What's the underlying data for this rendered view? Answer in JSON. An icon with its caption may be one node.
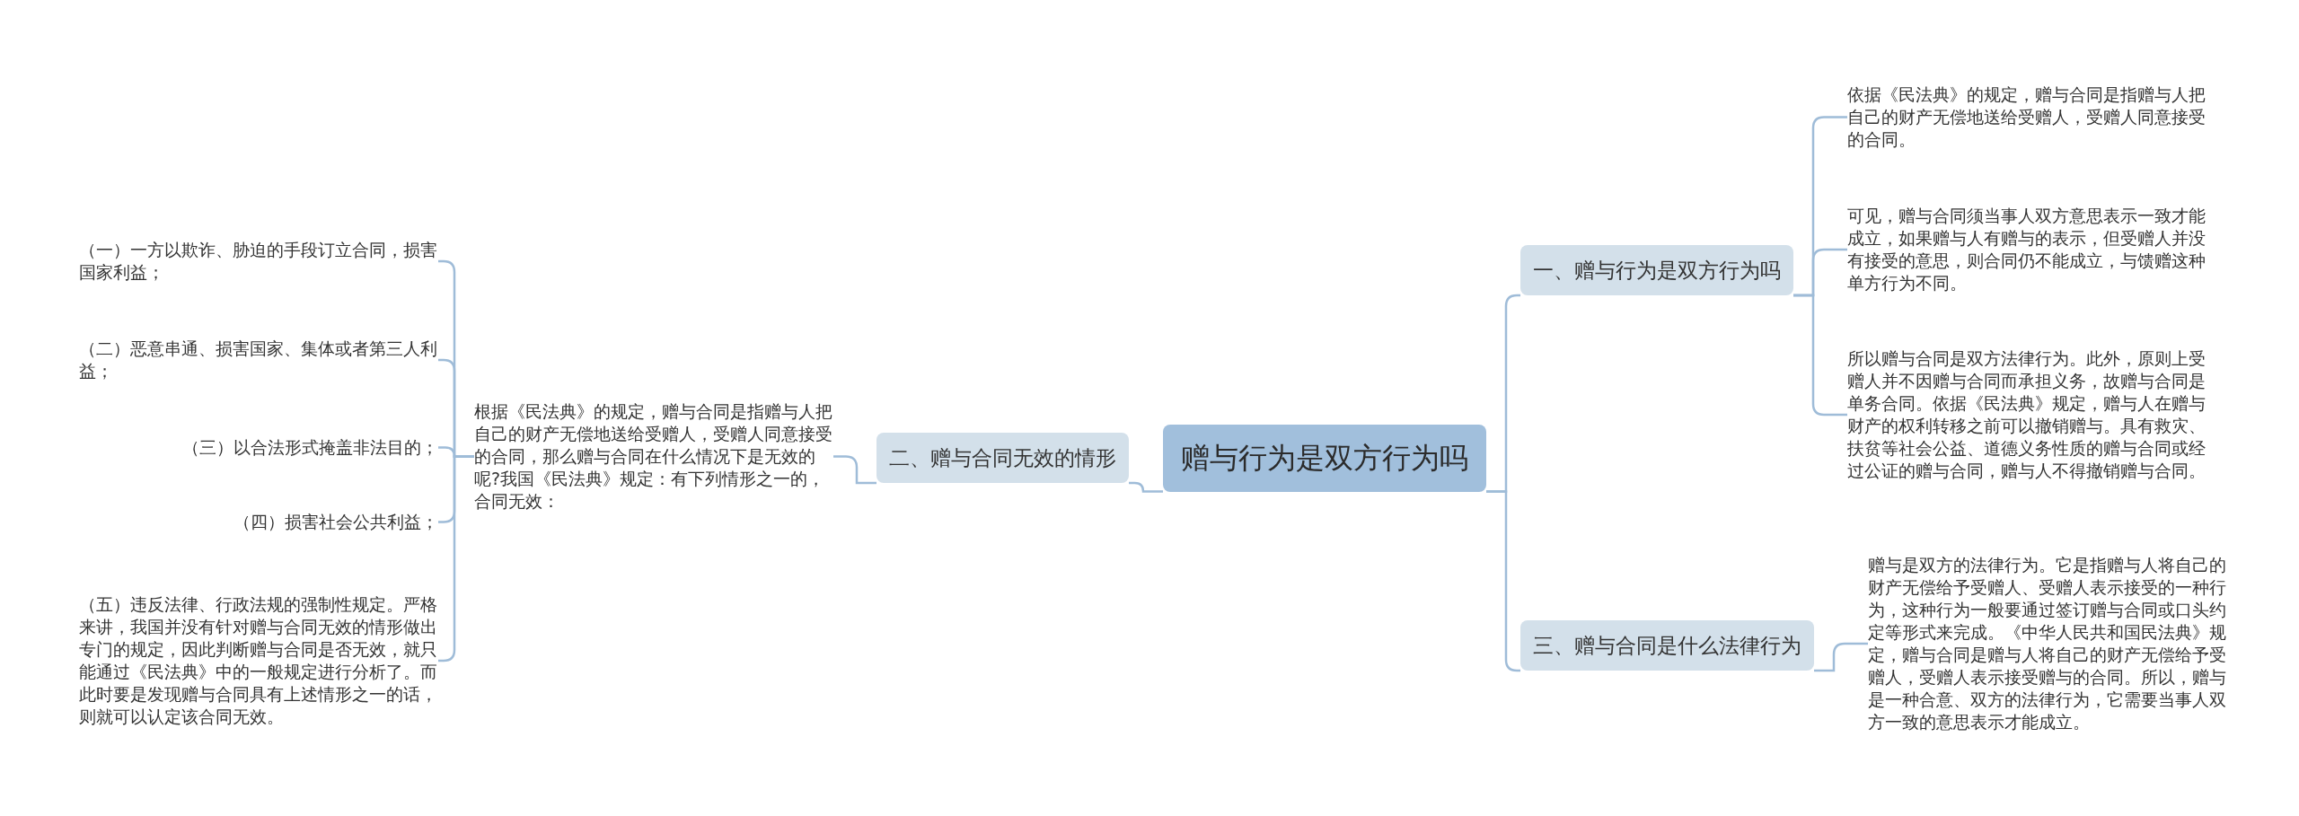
{
  "diagram": {
    "nodes": [
      {
        "text": [
          "赠与行为是双方行为吗"
        ]
      },
      {
        "text": [
          "一、赠与行为是双方行为吗"
        ]
      },
      {
        "text": [
          "依据《民法典》的规定，赠与合同是指赠与人把自己的财产无偿地送给受赠人，受赠人同意接受的合同。"
        ]
      },
      {
        "text": [
          "可见，赠与合同须当事人双方意思表示一致才能成立，如果赠与人有赠与的表示，但受赠人并没有接受的意思，则合同仍不能成立，与馈赠这种单方行为不同。"
        ]
      },
      {
        "text": [
          "所以赠与合同是双方法律行为。此外，原则上受赠人并不因赠与合同而承担义务，故赠与合同是单务合同。依据《民法典》规定，赠与人在赠与财产的权利转移之前可以撤销赠与。具有救灾、扶贫等社会公益、道德义务性质的赠与合同或经过公证的赠与合同，赠与人不得撤销赠与合同。"
        ]
      },
      {
        "text": [
          "二、赠与合同无效的情形"
        ]
      },
      {
        "text": [
          "根据《民法典》的规定，赠与合同是指赠与人把自己的财产无偿地送给受赠人，受赠人同意接受的合同，那么赠与合同在什么情况下是无效的呢?我国《民法典》规定：有下列情形之一的，合同无效："
        ]
      },
      {
        "text": [
          "（一）一方以欺诈、胁迫的手段订立合同，损害国家利益；"
        ]
      },
      {
        "text": [
          "（二）恶意串通、损害国家、集体或者第三人利益；"
        ]
      },
      {
        "text": [
          "（三）以合法形式掩盖非法目的；"
        ]
      },
      {
        "text": [
          "（四）损害社会公共利益；"
        ]
      },
      {
        "text": [
          "（五）违反法律、行政法规的强制性规定。严格来讲，我国并没有针对赠与合同无效的情形做出专门的规定，因此判断赠与合同是否无效，就只能通过《民法典》中的一般规定进行分析了。而此时要是发现赠与合同具有上述情形之一的话，则就可以认定该合同无效。"
        ]
      },
      {
        "text": [
          "三、赠与合同是什么法律行为"
        ]
      },
      {
        "text": [
          "赠与是双方的法律行为。它是指赠与人将自己的财产无偿给予受赠人、受赠人表示接受的一种行为，这种行为一般要通过签订赠与合同或口头约定等形式来完成。《中华人民共和国民法典》规定，赠与合同是赠与人将自己的财产无偿给予受赠人，受赠人表示接受赠与的合同。所以，赠与是一种合意、双方的法律行为，它需要当事人双方一致的意思表示才能成立。"
        ]
      }
    ],
    "edges": [
      {
        "from": 0,
        "to": 1,
        "arrow": "none"
      },
      {
        "from": 1,
        "to": 2,
        "arrow": "none"
      },
      {
        "from": 1,
        "to": 3,
        "arrow": "none"
      },
      {
        "from": 1,
        "to": 4,
        "arrow": "none"
      },
      {
        "from": 0,
        "to": 5,
        "arrow": "none"
      },
      {
        "from": 5,
        "to": 6,
        "arrow": "none"
      },
      {
        "from": 6,
        "to": 7,
        "arrow": "none"
      },
      {
        "from": 6,
        "to": 8,
        "arrow": "none"
      },
      {
        "from": 6,
        "to": 9,
        "arrow": "none"
      },
      {
        "from": 6,
        "to": 10,
        "arrow": "none"
      },
      {
        "from": 6,
        "to": 11,
        "arrow": "none"
      },
      {
        "from": 0,
        "to": 12,
        "arrow": "none"
      },
      {
        "from": 12,
        "to": 13,
        "arrow": "none"
      }
    ]
  }
}
